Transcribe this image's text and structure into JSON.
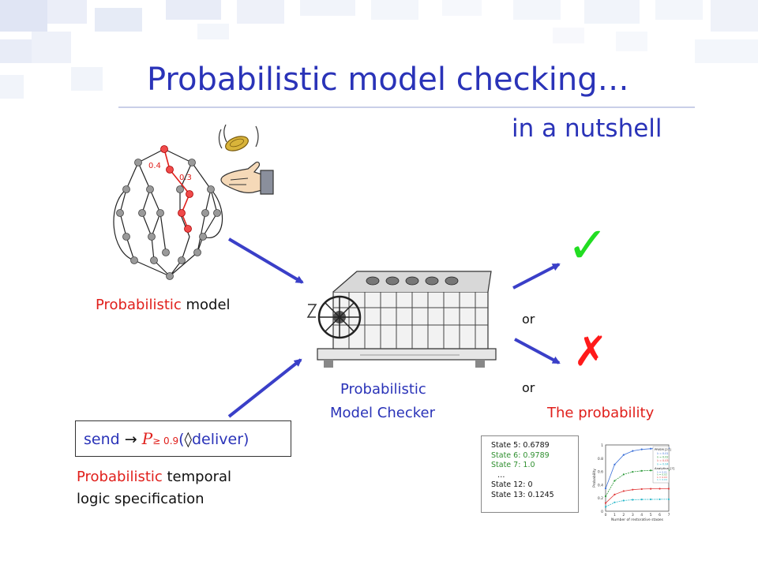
{
  "title": "Probabilistic model checking…",
  "subtitle": "in a nutshell",
  "model": {
    "label_red": "Probabilistic",
    "label_rest": " model",
    "edge_labels": [
      "0.4",
      "0.3"
    ]
  },
  "checker": {
    "line1": "Probabilistic",
    "line2": "Model Checker"
  },
  "outcomes": {
    "or_1": "or",
    "or_2": "or",
    "check_glyph": "✓",
    "cross_glyph": "✗",
    "probability_label": "The probability"
  },
  "spec": {
    "formula_prefix": "send",
    "arrow": "→",
    "P": "P",
    "bound": "≥ 0.9",
    "paren_open": "(",
    "eventually": "◊",
    "formula_suffix": "deliver)",
    "label_red": "Probabilistic",
    "label_rest": " temporal",
    "label_line2": "logic specification"
  },
  "results": [
    {
      "text": "State 5: 0.6789",
      "color": "#111111"
    },
    {
      "text": "State 6: 0.9789",
      "color": "#2f8f2f"
    },
    {
      "text": "State 7: 1.0",
      "color": "#2f8f2f"
    },
    {
      "text": "…",
      "color": "#111111"
    },
    {
      "text": "State 12: 0",
      "color": "#111111"
    },
    {
      "text": "State 13: 0.1245",
      "color": "#111111"
    }
  ],
  "mini_plot": {
    "legend_title_1": "PRISM [21]",
    "legend_title_2": "Analytical [7]",
    "legend_items": [
      "λ = 0.01",
      "λ = 0.02",
      "λ = 0.03",
      "λ = 0.04"
    ],
    "xlabel": "Number of restorative stages",
    "ylabel": "Probability",
    "x_ticks": [
      "0",
      "1",
      "2",
      "3",
      "4",
      "5",
      "6",
      "7"
    ],
    "y_ticks": [
      "0",
      "0.2",
      "0.4",
      "0.6",
      "0.8",
      "1"
    ]
  },
  "colors": {
    "title_blue": "#2a33b8",
    "label_red": "#e0201c",
    "check_green": "#22dd22",
    "cross_red": "#ff1a1a",
    "arrow_blue": "#3a3fc8"
  }
}
